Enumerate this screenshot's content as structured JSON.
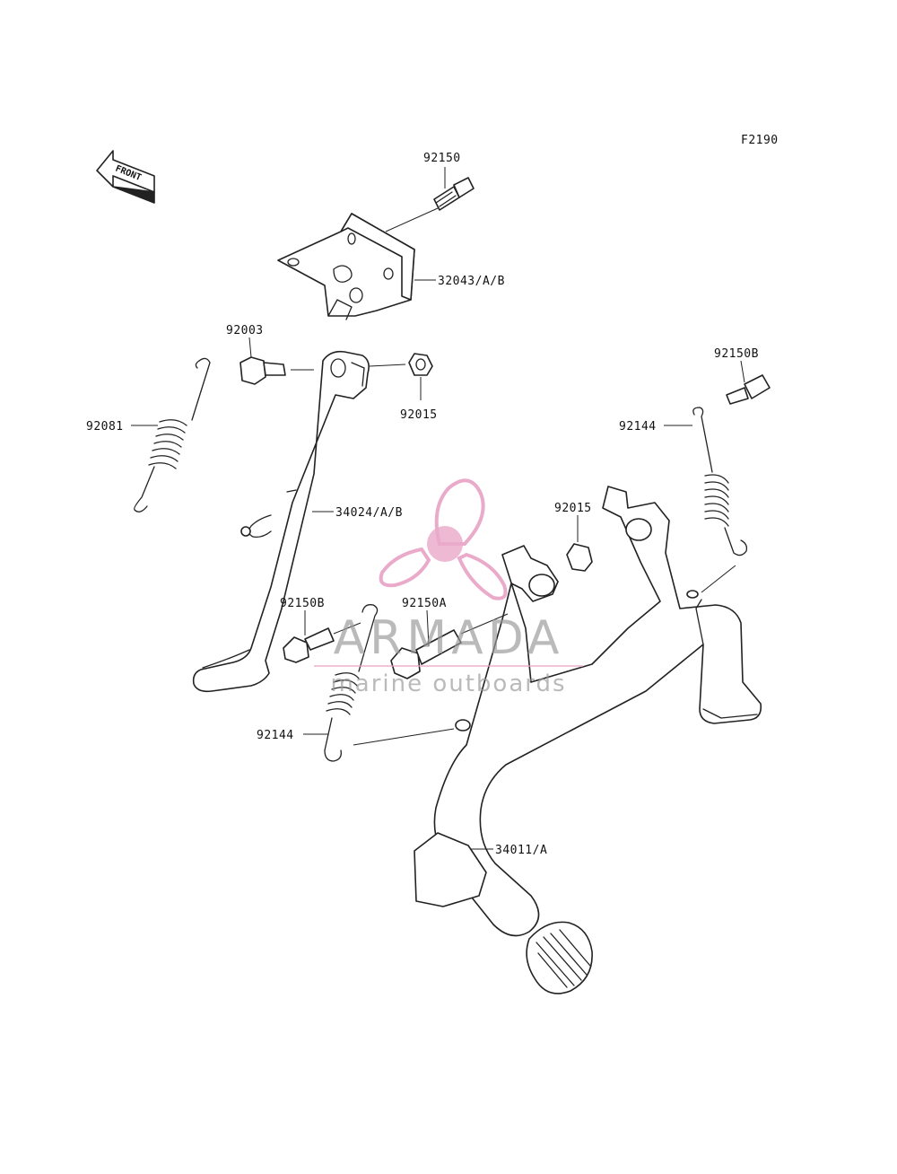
{
  "figure_code": "F2190",
  "front_arrow_text": "FRONT",
  "callouts": {
    "bolt_top": "92150",
    "bracket": "32043/A/B",
    "pivot_bolt": "92003",
    "nut_side": "92015",
    "spring_side": "92081",
    "side_stand": "34024/A/B",
    "bolt_right": "92150B",
    "spring_right": "92144",
    "nut_center": "92015",
    "bolt_left": "92150B",
    "bolt_center": "92150A",
    "spring_left": "92144",
    "center_stand": "34011/A"
  },
  "watermark": {
    "brand": "ARMADA",
    "tagline": "marine outboards",
    "color_primary": "#e8a3c6",
    "color_text": "#9a9a9a"
  }
}
